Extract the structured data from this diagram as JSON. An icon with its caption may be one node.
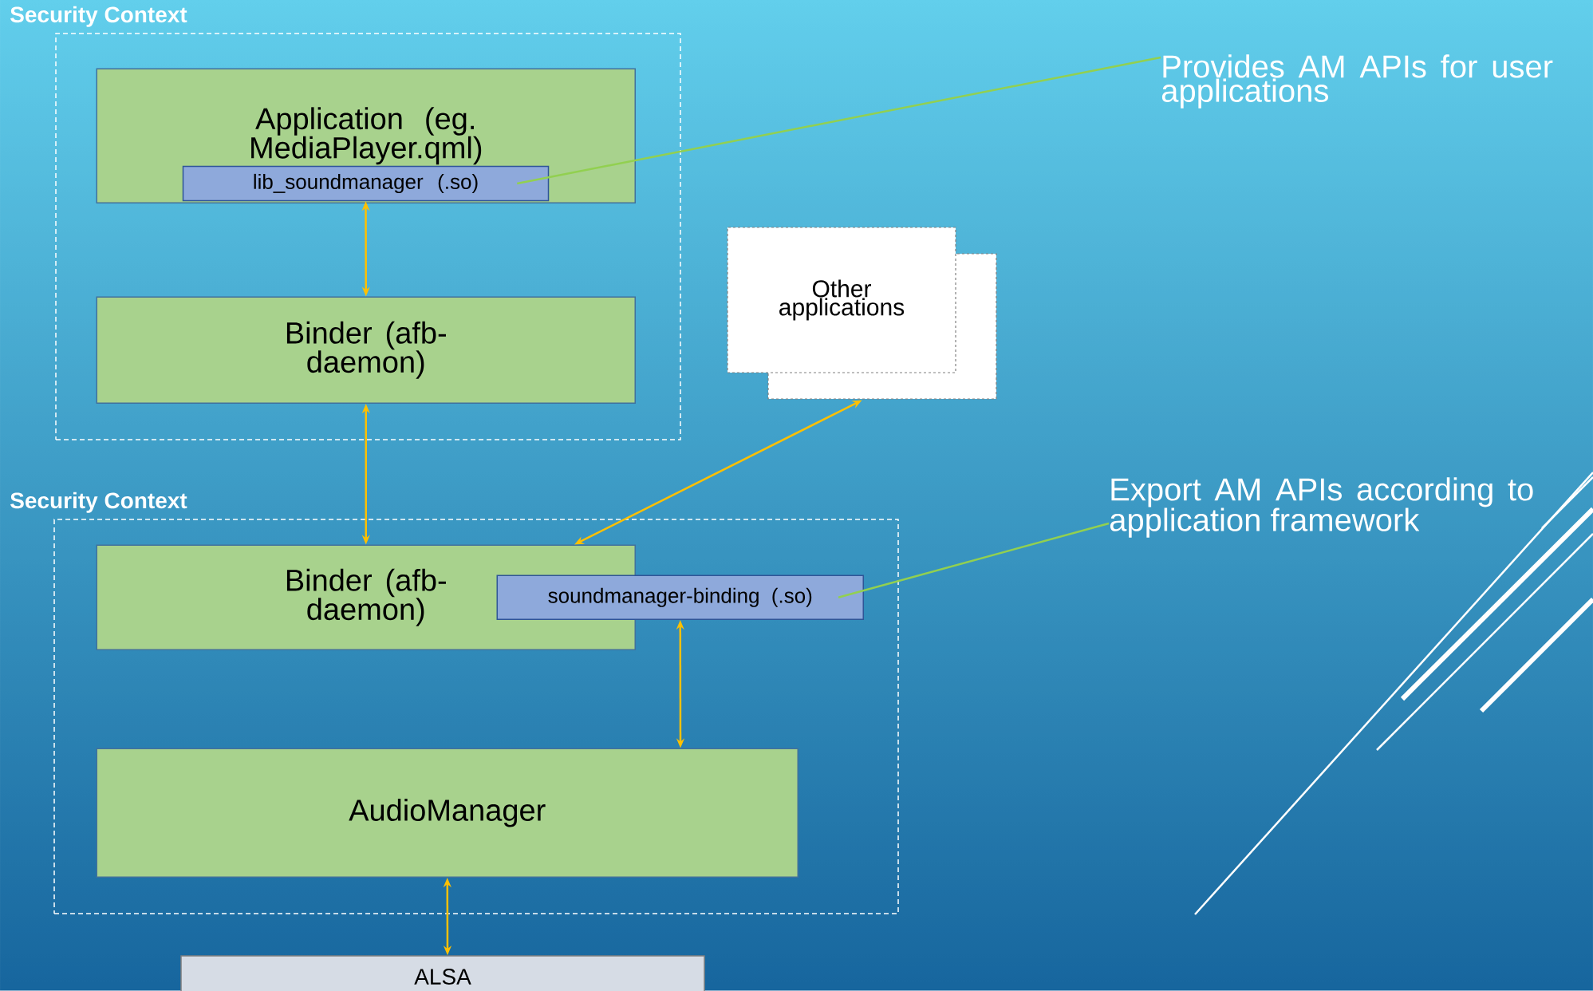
{
  "diagram": {
    "nodes": [
      {
        "text": [
          "Security Context"
        ]
      },
      {
        "text": [
          "Application (eg. MediaPlayer.qml)"
        ],
        "in": 0
      },
      {
        "text": [
          "lib_soundmanager (.so)"
        ],
        "in": 1
      },
      {
        "text": [
          "Binder (afb-daemon)"
        ],
        "in": 0
      },
      {
        "text": [
          "Other applications"
        ]
      },
      {
        "text": [
          "Security Context"
        ]
      },
      {
        "text": [
          "Binder (afb-daemon)"
        ],
        "in": 5
      },
      {
        "text": [
          "soundmanager-binding (.so)"
        ],
        "in": 5
      },
      {
        "text": [
          "AudioManager"
        ],
        "in": 5
      },
      {
        "text": [
          "ALSA"
        ]
      },
      {
        "text": [
          "Provides AM APIs for user applications"
        ]
      },
      {
        "text": [
          "Export AM APIs according to application framework"
        ]
      }
    ],
    "edges": [
      {
        "from": 2,
        "to": 3,
        "arrow": "both"
      },
      {
        "from": 3,
        "to": 6,
        "arrow": "both"
      },
      {
        "from": 4,
        "to": 6,
        "arrow": "both"
      },
      {
        "from": 7,
        "to": 8,
        "arrow": "both"
      },
      {
        "from": 8,
        "to": 9,
        "arrow": "both"
      },
      {
        "from": 10,
        "to": 2,
        "arrow": "none",
        "color": "#92d050"
      },
      {
        "from": 11,
        "to": 7,
        "arrow": "none",
        "color": "#92d050"
      }
    ]
  }
}
